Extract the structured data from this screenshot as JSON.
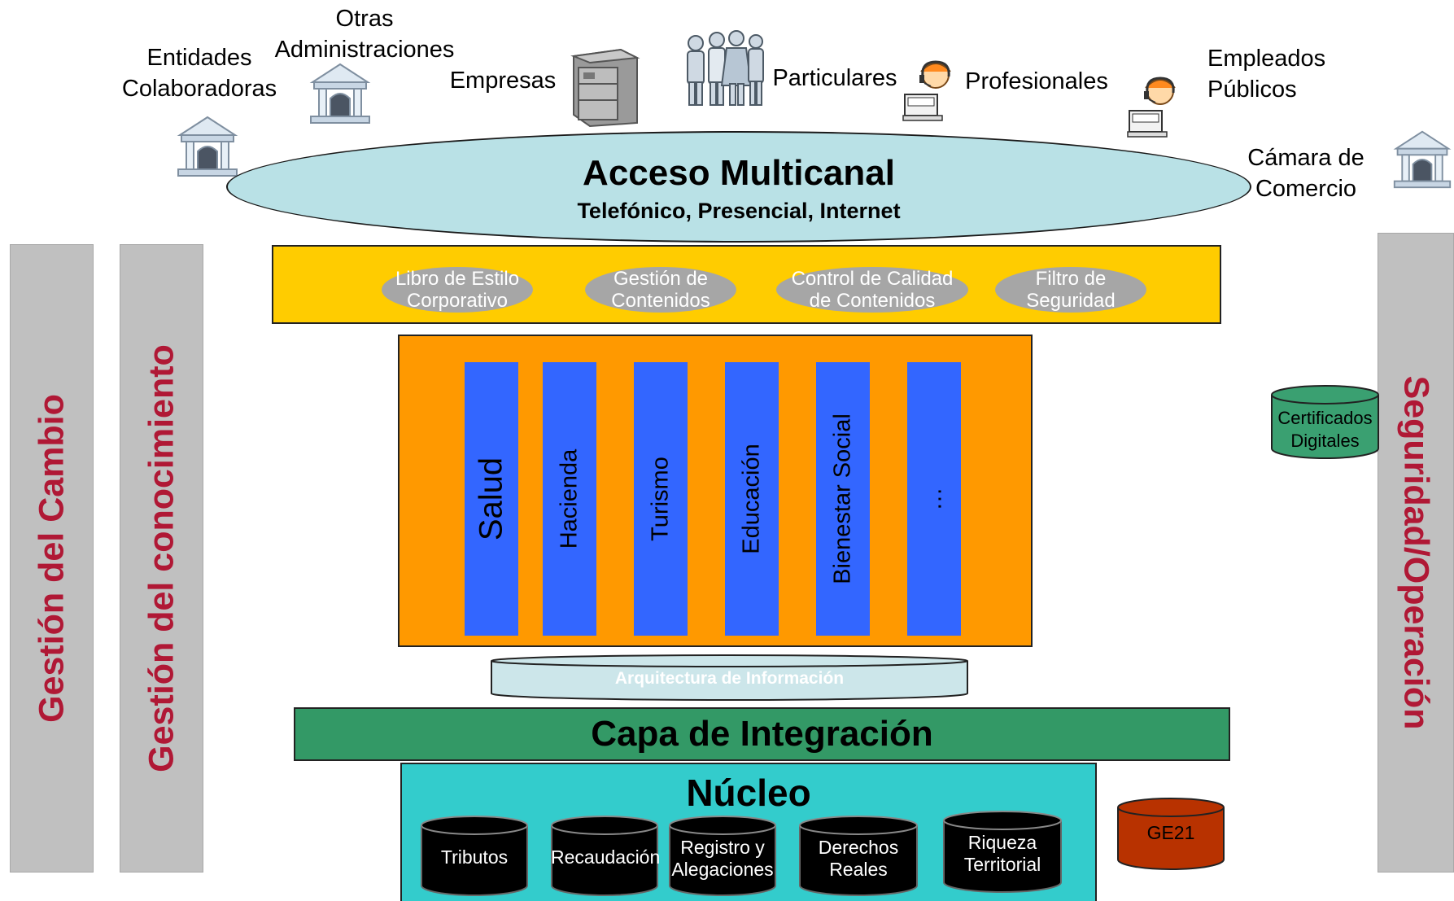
{
  "actors": {
    "entidades": "Entidades\nColaboradoras",
    "otras": "Otras\nAdministraciones",
    "empresas": "Empresas",
    "particulares": "Particulares",
    "profesionales": "Profesionales",
    "empleados": "Empleados\nPúblicos",
    "camara": "Cámara de\nComercio"
  },
  "icons": {
    "entidades": "building-icon",
    "otras": "building-icon",
    "empresas": "server-icon",
    "particulares": "people-icon",
    "profesionales": "operator-icon",
    "empleados": "operator-icon",
    "camara": "building-icon"
  },
  "acceso": {
    "title": "Acceso Multicanal",
    "subtitle": "Telefónico, Presencial, Internet"
  },
  "services": [
    {
      "label": "Libro de Estilo\nCorporativo"
    },
    {
      "label": "Gestión de\nContenidos"
    },
    {
      "label": "Control  de Calidad\nde Contenidos"
    },
    {
      "label": "Filtro de\nSeguridad"
    }
  ],
  "verticals": [
    {
      "label": "Salud"
    },
    {
      "label": "Hacienda"
    },
    {
      "label": "Turismo"
    },
    {
      "label": "Educación"
    },
    {
      "label": "Bienestar Social"
    },
    {
      "label": "…"
    }
  ],
  "arquitectura": "Arquitectura de Información",
  "integracion": "Capa de Integración",
  "nucleo": {
    "title": "Núcleo",
    "stores": [
      {
        "label": "Tributos"
      },
      {
        "label": "Recaudación"
      },
      {
        "label": "Registro y\nAlegaciones"
      },
      {
        "label": "Derechos\nReales"
      },
      {
        "label": "Riqueza\nTerritorial"
      }
    ]
  },
  "ge21": "GE21",
  "certificados": "Certificados\nDigitales",
  "left_bars": [
    "Gestión del Cambio",
    "Gestión del conocimiento"
  ],
  "right_bar": "Seguridad/Operación",
  "colors": {
    "side_text": "#b01835",
    "side_bar": "#c0c0c0",
    "acceso_fill": "#b9e1e6",
    "services_fill": "#ffcc00",
    "service_pill": "#a6a6a6",
    "verticals_fill": "#ff9900",
    "vertical_column": "#3366ff",
    "integracion_fill": "#339966",
    "nucleo_fill": "#33cccc",
    "store_fill": "#000000",
    "ge21_fill": "#b83200",
    "certificados_fill": "#3aa071"
  }
}
